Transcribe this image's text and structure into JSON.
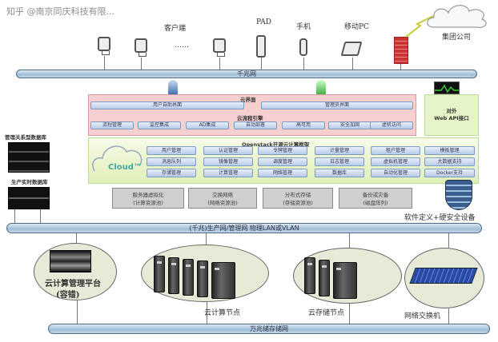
{
  "top": {
    "clients_label": "客户端",
    "ellipsis": "……",
    "pad": "PAD",
    "phone": "手机",
    "mobile_pc": "移动PC",
    "group": "集团公司",
    "bus": "千兆网"
  },
  "cloud_ui": {
    "title": "云界面",
    "items": [
      "用户自助界面",
      "管理员界面"
    ]
  },
  "flow_engine": {
    "title": "云流程引擎",
    "items": [
      "流程管理",
      "监控集成",
      "AD集成",
      "自动部署",
      "高可用",
      "安全加固",
      "虚机访问"
    ]
  },
  "web_api": {
    "line1": "对外",
    "line2": "Web API接口"
  },
  "openstack": {
    "title": "Openstack开源云计算框架",
    "cloud_logo": "Cloud™",
    "columns": [
      [
        "用户管理",
        "消息队列",
        "存储管理"
      ],
      [
        "认证管理",
        "镜像管理",
        "计算管理"
      ],
      [
        "令牌管理",
        "调度管理",
        "网络管理"
      ],
      [
        "计量管理",
        "日志管理",
        "数据库"
      ],
      [
        "租户管理",
        "虚拟机管理",
        "自动化管理"
      ],
      [
        "模板管理",
        "大数据支持",
        "Docker支持"
      ]
    ]
  },
  "resources": [
    {
      "l1": "服务器虚拟化",
      "l2": "(计算资源池)"
    },
    {
      "l1": "交换网络",
      "l2": "(网络资源池)"
    },
    {
      "l1": "分布式存储",
      "l2": "(存储资源池)"
    },
    {
      "l1": "备份或灾备",
      "l2": "(磁盘阵列)"
    }
  ],
  "left": {
    "db1": "管理关系型数据库",
    "db2": "生产实时数据库"
  },
  "security": "软件定义+硬安全设备",
  "mid_bus": "(千兆)生产网/管理网 物理LAN或VLAN",
  "bottom": {
    "mgmt1": "云计算管理平台",
    "mgmt2": "(容错)",
    "compute": "云计算节点",
    "storage": "云存储节点",
    "switch": "网络交换机",
    "bus": "万兆储存储网"
  },
  "watermark": "知乎 @南京同庆科技有限..."
}
